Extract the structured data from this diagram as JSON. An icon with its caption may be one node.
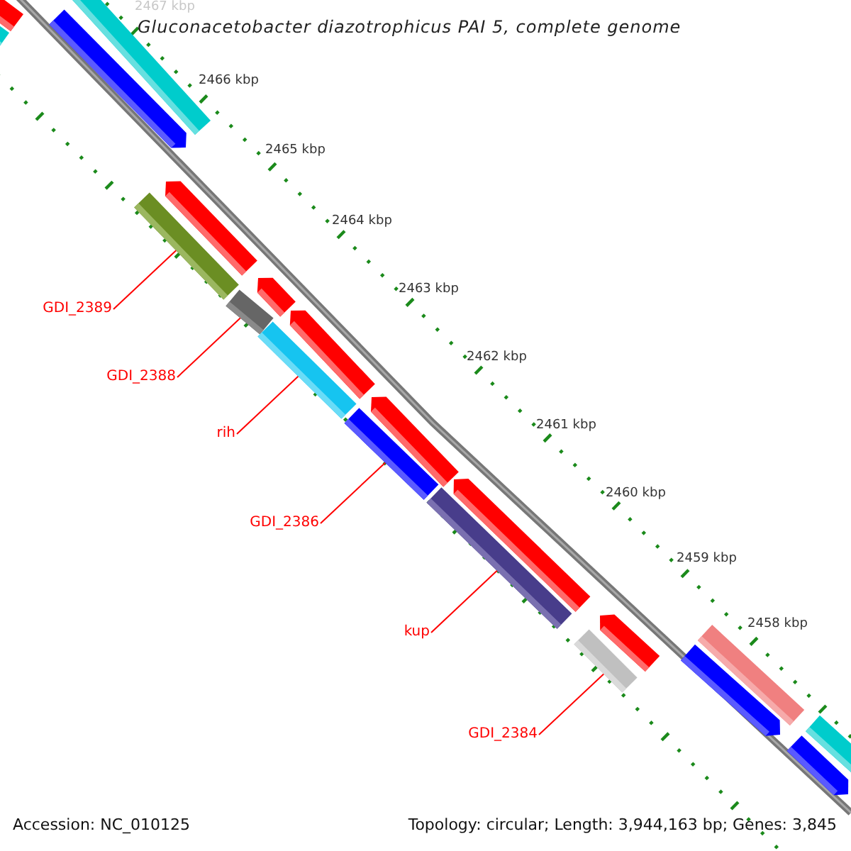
{
  "diagram": {
    "title": "Gluconacetobacter diazotrophicus PAI 5, complete genome",
    "nodes": [
      {
        "text": [
          "GDI_2389"
        ]
      },
      {
        "text": [
          "GDI_2388"
        ]
      },
      {
        "text": [
          "rih"
        ]
      },
      {
        "text": [
          "GDI_2386"
        ]
      },
      {
        "text": [
          "kup"
        ]
      },
      {
        "text": [
          "GDI_2384"
        ]
      },
      {
        "text": [],
        "shape": "bar"
      },
      {
        "text": [],
        "shape": "bar"
      },
      {
        "text": [],
        "shape": "pentagon"
      },
      {
        "text": [],
        "shape": "bar"
      },
      {
        "text": [],
        "shape": "bar"
      },
      {
        "text": [],
        "shape": "pentagon"
      },
      {
        "text": [],
        "shape": "bar"
      },
      {
        "text": [],
        "shape": "pentagon"
      },
      {
        "text": [],
        "shape": "bar"
      },
      {
        "text": [],
        "shape": "pentagon"
      },
      {
        "text": [],
        "shape": "bar"
      },
      {
        "text": [],
        "shape": "pentagon"
      },
      {
        "text": [],
        "shape": "bar"
      },
      {
        "text": [],
        "shape": "pentagon"
      },
      {
        "text": [],
        "shape": "bar"
      },
      {
        "text": [],
        "shape": "pentagon"
      },
      {
        "text": [],
        "shape": "pentagon"
      },
      {
        "text": [],
        "shape": "bar"
      },
      {
        "text": [],
        "shape": "pentagon"
      },
      {
        "text": [],
        "shape": "bar"
      }
    ],
    "edges": [
      {
        "from": 0,
        "to": 10,
        "arrow": "none"
      },
      {
        "from": 1,
        "to": 12,
        "arrow": "none"
      },
      {
        "from": 2,
        "to": 14,
        "arrow": "none"
      },
      {
        "from": 3,
        "to": 16,
        "arrow": "none"
      },
      {
        "from": 4,
        "to": 18,
        "arrow": "none"
      },
      {
        "from": 5,
        "to": 20,
        "arrow": "none"
      }
    ],
    "labels": [
      "2467 kbp",
      "2466 kbp",
      "2465 kbp",
      "2464 kbp",
      "2463 kbp",
      "2462 kbp",
      "2461 kbp",
      "2460 kbp",
      "2459 kbp",
      "2458 kbp",
      "Accession: NC_010125",
      "Topology: circular; Length: 3,944,163 bp; Genes: 3,845"
    ]
  }
}
